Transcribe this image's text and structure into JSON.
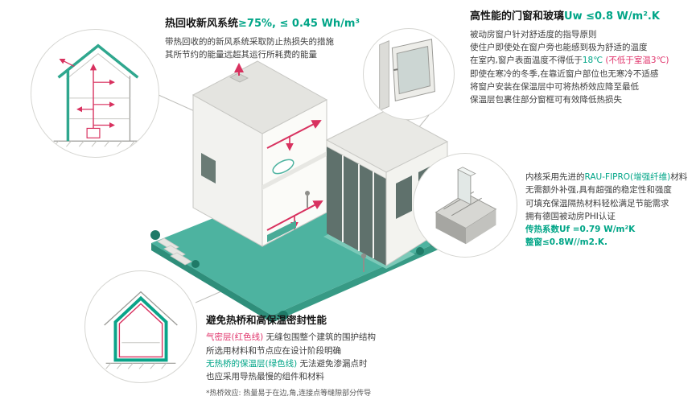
{
  "colors": {
    "accent_green": "#00a587",
    "accent_red": "#e0326a",
    "platform_teal": "#4db3a0",
    "duct_red": "#d8315f"
  },
  "vent": {
    "title_black": "热回收新风系统",
    "title_green": "≥75%, ≤ 0.45 Wh/m³",
    "line1": "带热回收的的新风系统采取防止热损失的措施",
    "line2": "其所节约的能量远超其运行所耗费的能量"
  },
  "windows": {
    "title_black": "高性能的门窗和玻璃",
    "title_green": "Uw ≤0.8 W/m².K",
    "p1_l1": "被动房窗户针对舒适度的指导原则",
    "p1_l2": "使住户即使处在窗户旁也能感到极为舒适的温度",
    "p1_l3_a": "在室内,窗户表面温度不得低于",
    "p1_l3_b": "18℃",
    "p1_l3_c": " (不低于室温3℃)",
    "p1_l4": "即使在寒冷的冬季,在靠近窗户部位也无寒冷不适感",
    "p2_l1": "将窗户安装在保温层中可将热桥效应降至最低",
    "p2_l2": "保温层包裹住部分窗框可有效降低热损失"
  },
  "profile": {
    "l1_a": "内核采用先进的",
    "l1_b": "RAU-FIPRO(增强纤维)",
    "l1_c": "材料",
    "l2": "无需额外补强,具有超强的稳定性和强度",
    "l3": "可填充保温隔热材料轻松满足节能需求",
    "l4": "拥有德国被动房PHI认证",
    "l5": "传热系数Uf =0.79 W/m²K",
    "l6": "整窗≤0.8W//m2.K."
  },
  "thermal": {
    "title": "避免热桥和高保温密封性能",
    "l1_a": "气密层(红色线)",
    "l1_b": " 无缝包围整个建筑的围护结构",
    "l2": "所选用材料和节点应在设计阶段明确",
    "l3_a": "无热桥的保温层(绿色线)",
    "l3_b": " 无法避免渗漏点时",
    "l4": "也应采用导热最慢的组件和材料",
    "note": "*热桥效应: 热量易于在边,角,连接点等缝隙部分传导"
  }
}
